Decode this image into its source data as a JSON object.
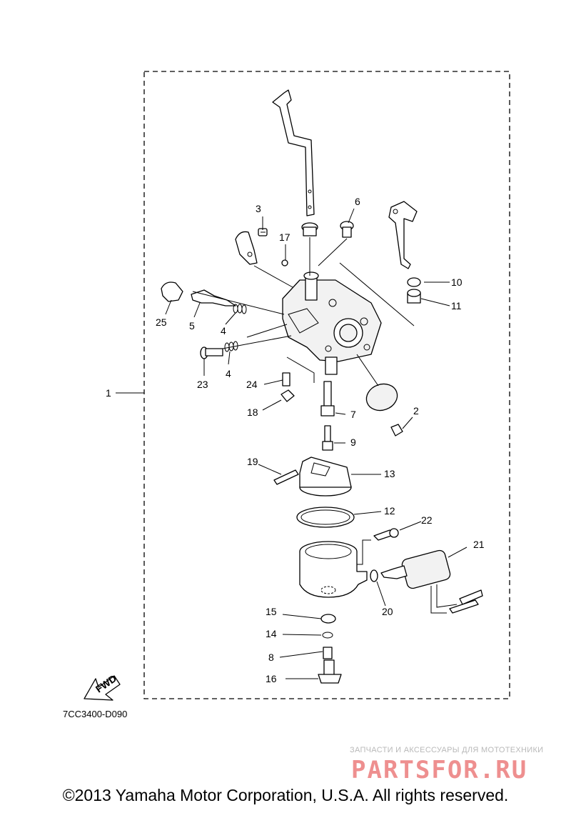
{
  "diagram": {
    "part_numbers": [
      "1",
      "2",
      "3",
      "4",
      "4",
      "5",
      "6",
      "7",
      "8",
      "9",
      "10",
      "11",
      "12",
      "13",
      "14",
      "15",
      "16",
      "17",
      "18",
      "19",
      "20",
      "21",
      "22",
      "23",
      "24",
      "25"
    ],
    "fwd_label": "FWD",
    "drawing_code": "7CC3400-D090",
    "copyright": "©2013 Yamaha Motor Corporation, U.S.A. All rights reserved.",
    "watermark": {
      "tagline": "ЗАПЧАСТИ И АКСЕССУАРЫ ДЛЯ МОТОТЕХНИКИ",
      "logo_text": "PARTSFOR.RU"
    }
  }
}
